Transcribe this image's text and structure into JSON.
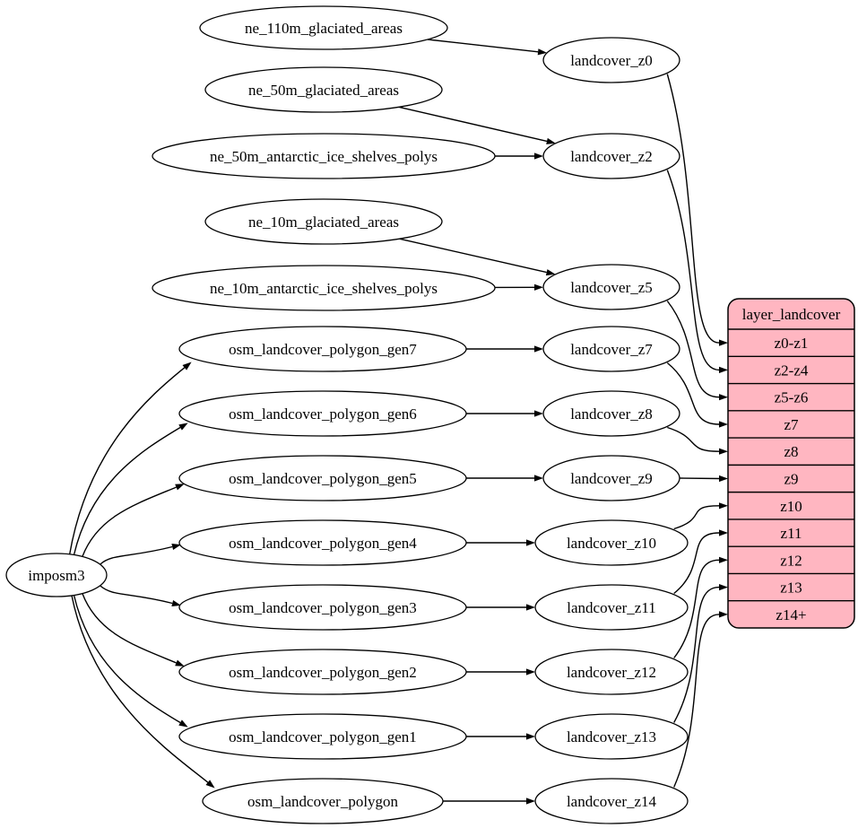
{
  "colors": {
    "background": "#ffffff",
    "node_fill": "#ffffff",
    "node_stroke": "#000000",
    "edge": "#000000",
    "text": "#000000",
    "table_fill": "#ffb6c1"
  },
  "diagram": {
    "nodes": [
      {
        "id": "imposm3",
        "label": "imposm3"
      },
      {
        "id": "ne_110m_glaciated_areas",
        "label": "ne_110m_glaciated_areas"
      },
      {
        "id": "ne_50m_glaciated_areas",
        "label": "ne_50m_glaciated_areas"
      },
      {
        "id": "ne_50m_antarctic_ice_shelves_polys",
        "label": "ne_50m_antarctic_ice_shelves_polys"
      },
      {
        "id": "ne_10m_glaciated_areas",
        "label": "ne_10m_glaciated_areas"
      },
      {
        "id": "ne_10m_antarctic_ice_shelves_polys",
        "label": "ne_10m_antarctic_ice_shelves_polys"
      },
      {
        "id": "osm_landcover_polygon_gen7",
        "label": "osm_landcover_polygon_gen7"
      },
      {
        "id": "osm_landcover_polygon_gen6",
        "label": "osm_landcover_polygon_gen6"
      },
      {
        "id": "osm_landcover_polygon_gen5",
        "label": "osm_landcover_polygon_gen5"
      },
      {
        "id": "osm_landcover_polygon_gen4",
        "label": "osm_landcover_polygon_gen4"
      },
      {
        "id": "osm_landcover_polygon_gen3",
        "label": "osm_landcover_polygon_gen3"
      },
      {
        "id": "osm_landcover_polygon_gen2",
        "label": "osm_landcover_polygon_gen2"
      },
      {
        "id": "osm_landcover_polygon_gen1",
        "label": "osm_landcover_polygon_gen1"
      },
      {
        "id": "osm_landcover_polygon",
        "label": "osm_landcover_polygon"
      },
      {
        "id": "landcover_z0",
        "label": "landcover_z0"
      },
      {
        "id": "landcover_z2",
        "label": "landcover_z2"
      },
      {
        "id": "landcover_z5",
        "label": "landcover_z5"
      },
      {
        "id": "landcover_z7",
        "label": "landcover_z7"
      },
      {
        "id": "landcover_z8",
        "label": "landcover_z8"
      },
      {
        "id": "landcover_z9",
        "label": "landcover_z9"
      },
      {
        "id": "landcover_z10",
        "label": "landcover_z10"
      },
      {
        "id": "landcover_z11",
        "label": "landcover_z11"
      },
      {
        "id": "landcover_z12",
        "label": "landcover_z12"
      },
      {
        "id": "landcover_z13",
        "label": "landcover_z13"
      },
      {
        "id": "landcover_z14",
        "label": "landcover_z14"
      }
    ],
    "table": {
      "id": "layer_landcover",
      "title": "layer_landcover",
      "rows": [
        "z0-z1",
        "z2-z4",
        "z5-z6",
        "z7",
        "z8",
        "z9",
        "z10",
        "z11",
        "z12",
        "z13",
        "z14+"
      ]
    },
    "edges": [
      {
        "from": "imposm3",
        "to": "osm_landcover_polygon_gen7"
      },
      {
        "from": "imposm3",
        "to": "osm_landcover_polygon_gen6"
      },
      {
        "from": "imposm3",
        "to": "osm_landcover_polygon_gen5"
      },
      {
        "from": "imposm3",
        "to": "osm_landcover_polygon_gen4"
      },
      {
        "from": "imposm3",
        "to": "osm_landcover_polygon_gen3"
      },
      {
        "from": "imposm3",
        "to": "osm_landcover_polygon_gen2"
      },
      {
        "from": "imposm3",
        "to": "osm_landcover_polygon_gen1"
      },
      {
        "from": "imposm3",
        "to": "osm_landcover_polygon"
      },
      {
        "from": "ne_110m_glaciated_areas",
        "to": "landcover_z0"
      },
      {
        "from": "ne_50m_glaciated_areas",
        "to": "landcover_z2"
      },
      {
        "from": "ne_50m_antarctic_ice_shelves_polys",
        "to": "landcover_z2"
      },
      {
        "from": "ne_10m_glaciated_areas",
        "to": "landcover_z5"
      },
      {
        "from": "ne_10m_antarctic_ice_shelves_polys",
        "to": "landcover_z5"
      },
      {
        "from": "osm_landcover_polygon_gen7",
        "to": "landcover_z7"
      },
      {
        "from": "osm_landcover_polygon_gen6",
        "to": "landcover_z8"
      },
      {
        "from": "osm_landcover_polygon_gen5",
        "to": "landcover_z9"
      },
      {
        "from": "osm_landcover_polygon_gen4",
        "to": "landcover_z10"
      },
      {
        "from": "osm_landcover_polygon_gen3",
        "to": "landcover_z11"
      },
      {
        "from": "osm_landcover_polygon_gen2",
        "to": "landcover_z12"
      },
      {
        "from": "osm_landcover_polygon_gen1",
        "to": "landcover_z13"
      },
      {
        "from": "osm_landcover_polygon",
        "to": "landcover_z14"
      },
      {
        "from": "landcover_z0",
        "to": "layer_landcover:z0-z1"
      },
      {
        "from": "landcover_z2",
        "to": "layer_landcover:z2-z4"
      },
      {
        "from": "landcover_z5",
        "to": "layer_landcover:z5-z6"
      },
      {
        "from": "landcover_z7",
        "to": "layer_landcover:z7"
      },
      {
        "from": "landcover_z8",
        "to": "layer_landcover:z8"
      },
      {
        "from": "landcover_z9",
        "to": "layer_landcover:z9"
      },
      {
        "from": "landcover_z10",
        "to": "layer_landcover:z10"
      },
      {
        "from": "landcover_z11",
        "to": "layer_landcover:z11"
      },
      {
        "from": "landcover_z12",
        "to": "layer_landcover:z12"
      },
      {
        "from": "landcover_z13",
        "to": "layer_landcover:z13"
      },
      {
        "from": "landcover_z14",
        "to": "layer_landcover:z14+"
      }
    ]
  }
}
